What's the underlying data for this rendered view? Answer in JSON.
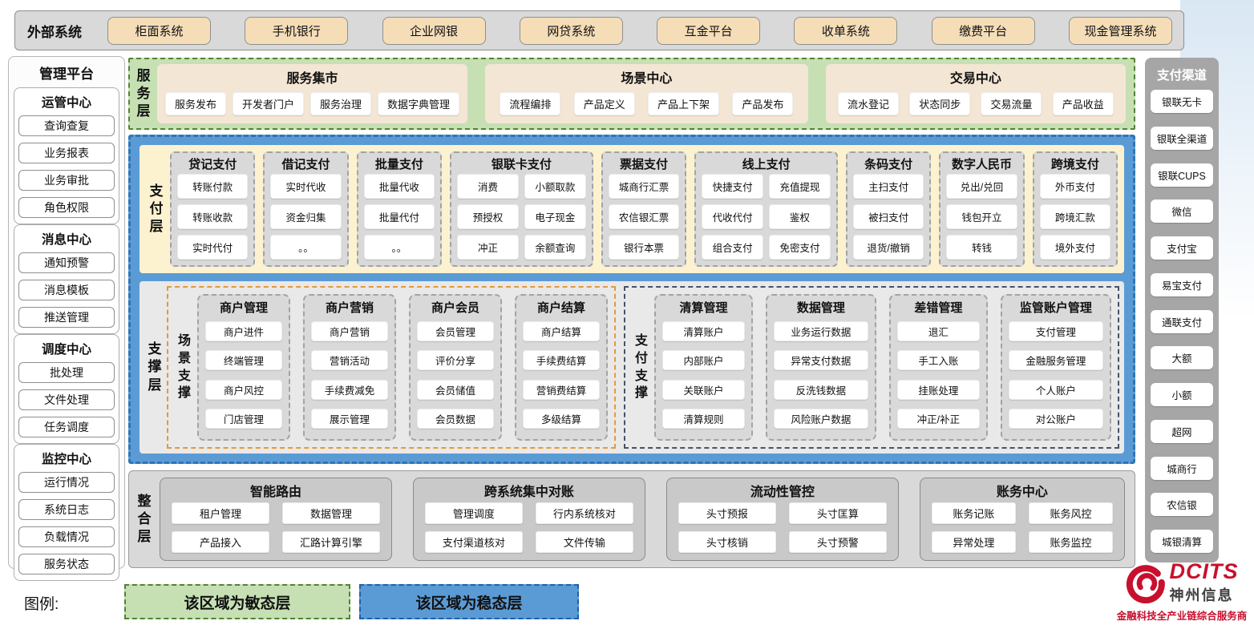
{
  "colors": {
    "agile_green": "#C6E0B4",
    "stable_blue": "#5B9BD5",
    "accent_tan": "#F5DDB8",
    "panel_gray": "#D9D9D9",
    "channel_gray": "#A6A6A6",
    "scene_orange": "#E39A3B",
    "paysup_navy": "#44546A",
    "brand_red": "#C8102E"
  },
  "external_systems": {
    "label": "外部系统",
    "items": [
      "柜面系统",
      "手机银行",
      "企业网银",
      "网贷系统",
      "互金平台",
      "收单系统",
      "缴费平台",
      "现金管理系统"
    ]
  },
  "management_platform": {
    "title": "管理平台",
    "sections": [
      {
        "title": "运管中心",
        "items": [
          "查询查复",
          "业务报表",
          "业务审批",
          "角色权限"
        ]
      },
      {
        "title": "消息中心",
        "items": [
          "通知预警",
          "消息模板",
          "推送管理"
        ]
      },
      {
        "title": "调度中心",
        "items": [
          "批处理",
          "文件处理",
          "任务调度"
        ]
      },
      {
        "title": "监控中心",
        "items": [
          "运行情况",
          "系统日志",
          "负载情况",
          "服务状态"
        ]
      }
    ]
  },
  "service_layer": {
    "label": "服务层",
    "groups": [
      {
        "title": "服务集市",
        "items": [
          "服务发布",
          "开发者门户",
          "服务治理",
          "数据字典管理"
        ]
      },
      {
        "title": "场景中心",
        "items": [
          "流程编排",
          "产品定义",
          "产品上下架",
          "产品发布"
        ]
      },
      {
        "title": "交易中心",
        "items": [
          "流水登记",
          "状态同步",
          "交易流量",
          "产品收益"
        ]
      }
    ]
  },
  "payment_layer": {
    "label": "支付层",
    "columns": [
      {
        "title": "贷记支付",
        "cls": "c1",
        "items": [
          "转账付款",
          "转账收款",
          "实时代付"
        ]
      },
      {
        "title": "借记支付",
        "cls": "c1",
        "items": [
          "实时代收",
          "资金归集",
          "。。"
        ]
      },
      {
        "title": "批量支付",
        "cls": "c1",
        "items": [
          "批量代收",
          "批量代付",
          "。。"
        ]
      },
      {
        "title": "银联卡支付",
        "cls": "c2",
        "items": [
          "消费",
          "小额取款",
          "预授权",
          "电子现金",
          "冲正",
          "余额查询"
        ]
      },
      {
        "title": "票据支付",
        "cls": "c1",
        "items": [
          "城商行汇票",
          "农信银汇票",
          "银行本票"
        ]
      },
      {
        "title": "线上支付",
        "cls": "c2",
        "items": [
          "快捷支付",
          "充值提现",
          "代收代付",
          "鉴权",
          "组合支付",
          "免密支付"
        ]
      },
      {
        "title": "条码支付",
        "cls": "c1",
        "items": [
          "主扫支付",
          "被扫支付",
          "退货/撤销"
        ]
      },
      {
        "title": "数字人民币",
        "cls": "c1",
        "items": [
          "兑出/兑回",
          "钱包开立",
          "转钱"
        ]
      },
      {
        "title": "跨境支付",
        "cls": "c1",
        "items": [
          "外币支付",
          "跨境汇款",
          "境外支付"
        ]
      }
    ]
  },
  "support_layer": {
    "label": "支撑层",
    "scene_support": {
      "label": "场景支撑",
      "columns": [
        {
          "title": "商户管理",
          "items": [
            "商户进件",
            "终端管理",
            "商户风控",
            "门店管理"
          ]
        },
        {
          "title": "商户营销",
          "items": [
            "商户营销",
            "营销活动",
            "手续费减免",
            "展示管理"
          ]
        },
        {
          "title": "商户会员",
          "items": [
            "会员管理",
            "评价分享",
            "会员储值",
            "会员数据"
          ]
        },
        {
          "title": "商户结算",
          "items": [
            "商户结算",
            "手续费结算",
            "营销费结算",
            "多级结算"
          ]
        }
      ]
    },
    "payment_support": {
      "label": "支付支撑",
      "columns": [
        {
          "title": "清算管理",
          "items": [
            "清算账户",
            "内部账户",
            "关联账户",
            "清算规则"
          ]
        },
        {
          "title": "数据管理",
          "cls": "w",
          "items": [
            "业务运行数据",
            "异常支付数据",
            "反洗钱数据",
            "风险账户数据"
          ]
        },
        {
          "title": "差错管理",
          "items": [
            "退汇",
            "手工入账",
            "挂账处理",
            "冲正/补正"
          ]
        },
        {
          "title": "监管账户管理",
          "cls": "w",
          "items": [
            "支付管理",
            "金融服务管理",
            "个人账户",
            "对公账户"
          ]
        }
      ]
    }
  },
  "integration_layer": {
    "label": "整合层",
    "groups": [
      {
        "title": "智能路由",
        "items": [
          "租户管理",
          "数据管理",
          "产品接入",
          "汇路计算引擎"
        ]
      },
      {
        "title": "跨系统集中对账",
        "items": [
          "管理调度",
          "行内系统核对",
          "支付渠道核对",
          "文件传输"
        ]
      },
      {
        "title": "流动性管控",
        "items": [
          "头寸预报",
          "头寸匡算",
          "头寸核销",
          "头寸预警"
        ]
      },
      {
        "title": "账务中心",
        "items": [
          "账务记账",
          "账务风控",
          "异常处理",
          "账务监控"
        ]
      }
    ]
  },
  "payment_channels": {
    "title": "支付渠道",
    "items": [
      "银联无卡",
      "银联全渠道",
      "银联CUPS",
      "微信",
      "支付宝",
      "易宝支付",
      "通联支付",
      "大额",
      "小额",
      "超网",
      "城商行",
      "农信银",
      "城银清算"
    ]
  },
  "legend": {
    "label": "图例:",
    "agile": "该区域为敏态层",
    "stable": "该区域为稳态层"
  },
  "logo": {
    "brand": "DCITS",
    "company": "神州信息",
    "slogan": "金融科技全产业链综合服务商"
  }
}
